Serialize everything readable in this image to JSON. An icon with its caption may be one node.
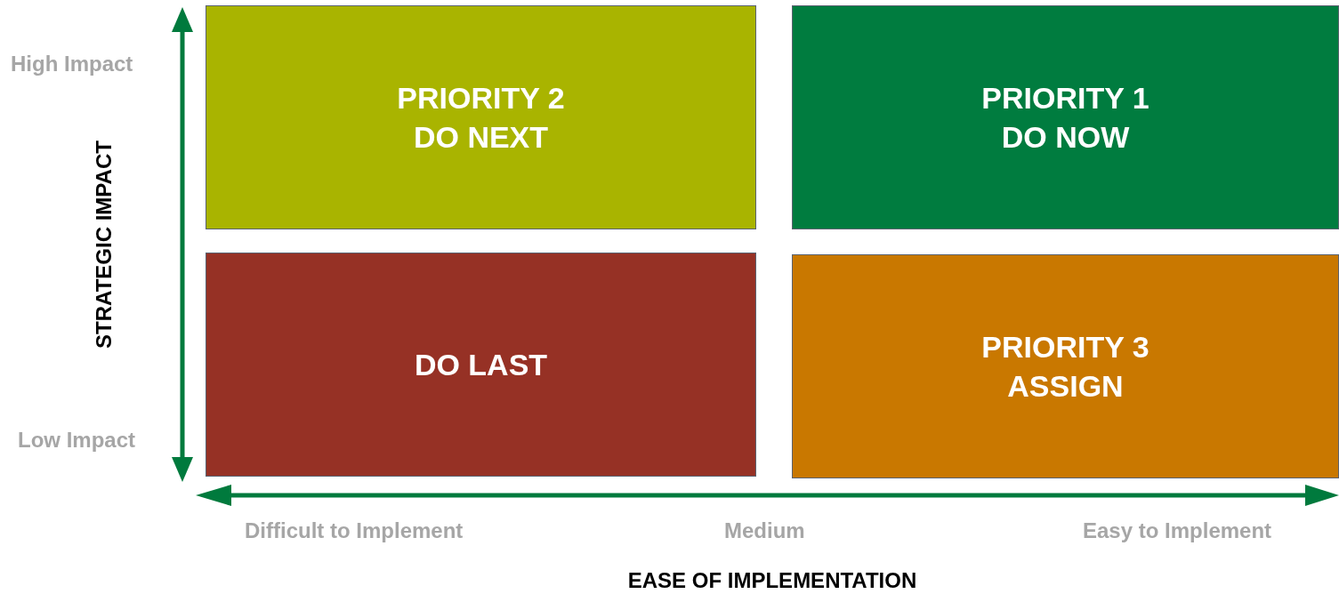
{
  "diagram": {
    "nodes": [
      {
        "text": [
          "PRIORITY 2",
          "DO NEXT"
        ]
      },
      {
        "text": [
          "PRIORITY 1",
          "DO NOW"
        ]
      },
      {
        "text": [
          "DO LAST"
        ]
      },
      {
        "text": [
          "PRIORITY 3",
          "ASSIGN"
        ]
      }
    ],
    "labels": [
      "High Impact",
      "STRATEGIC IMPACT",
      "Low Impact",
      "Difficult to Implement",
      "Medium",
      "Easy to Implement",
      "EASE OF IMPLEMENTATION"
    ]
  }
}
